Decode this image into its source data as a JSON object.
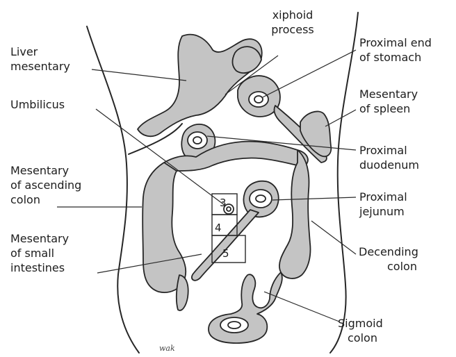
{
  "labels": {
    "xiphoid": [
      "xiphoid",
      "process"
    ],
    "liver": [
      "Liver",
      "mesentary"
    ],
    "stomach": [
      "Proximal end",
      "of stomach"
    ],
    "umbilicus": [
      "Umbilicus"
    ],
    "spleen": [
      "Mesentary",
      "of spleen"
    ],
    "ascending": [
      "Mesentary",
      "of ascending",
      "colon"
    ],
    "duodenum": [
      "Proximal",
      "duodenum"
    ],
    "jejunum": [
      "Proximal",
      "jejunum"
    ],
    "small": [
      "Mesentary",
      "of small",
      "intestines"
    ],
    "descending": [
      "Decending",
      "colon"
    ],
    "sigmoid": [
      "Sigmoid",
      "colon"
    ]
  },
  "boxes": [
    "3",
    "4",
    "5"
  ],
  "signature": "wak",
  "colors": {
    "mesentery_fill": "#c4c4c4",
    "ink": "#262626"
  }
}
